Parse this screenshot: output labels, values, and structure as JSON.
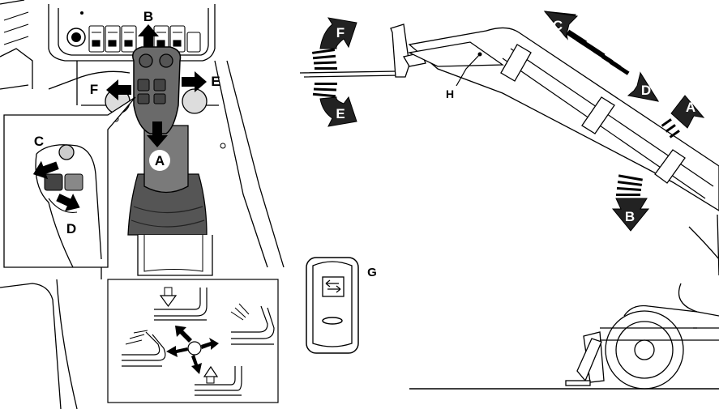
{
  "labels": {
    "a": "A",
    "b": "B",
    "c": "C",
    "d": "D",
    "e": "E",
    "f": "F",
    "g": "G",
    "h": "H"
  },
  "colors": {
    "line": "#000000",
    "fill_dark": "#1a1a1a",
    "fill_mid": "#6a6a6a",
    "fill_light": "#d9d9d9",
    "background": "#ffffff"
  },
  "icons": {
    "joystick": "joystick-icon",
    "rocker_switch": "rocker-switch-icon",
    "telehandler_boom": "telehandler-boom-icon"
  }
}
